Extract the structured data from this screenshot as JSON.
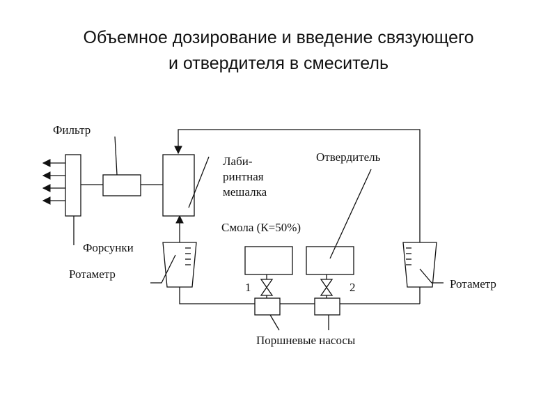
{
  "title": {
    "line1": "Объемное дозирование и введение связующего",
    "line2": "и отвердителя в смеситель"
  },
  "diagram": {
    "labels": {
      "filter": "Фильтр",
      "mixer_l1": "Лаби-",
      "mixer_l2": "ринтная",
      "mixer_l3": "мешалка",
      "hardener": "Отвердитель",
      "resin": "Смола (К=50%)",
      "nozzles": "Форсунки",
      "rotameter_left": "Ротаметр",
      "rotameter_right": "Ротаметр",
      "valve1": "1",
      "valve2": "2",
      "pumps": "Поршневые насосы"
    }
  }
}
